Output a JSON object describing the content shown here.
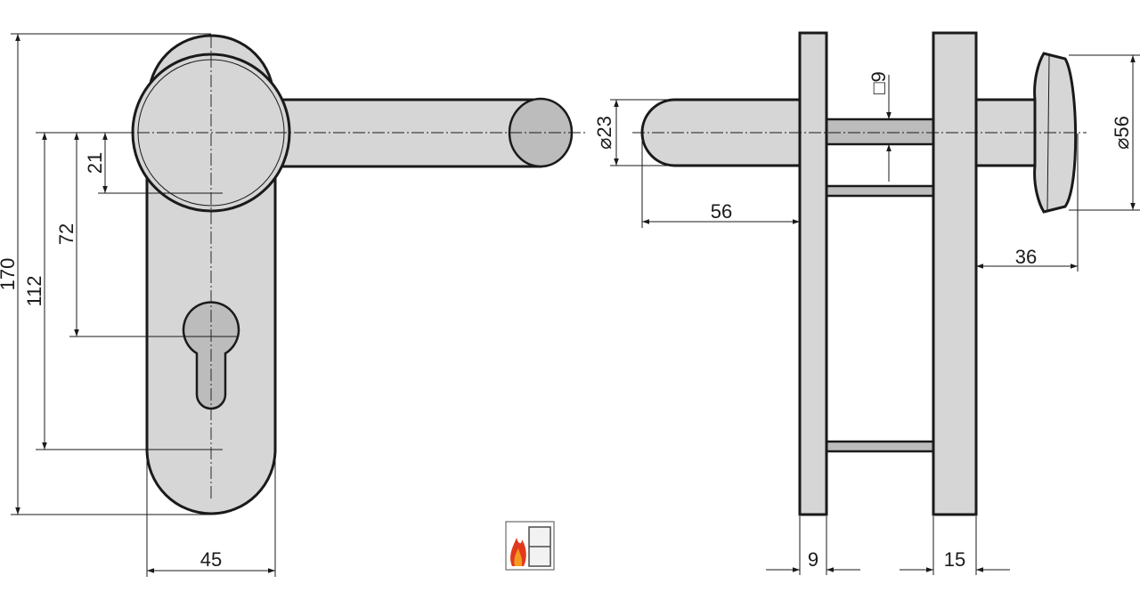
{
  "dimensions": {
    "overall_height": "170",
    "to_keyhole": "112",
    "handle_to_key": "72",
    "handle_offset": "21",
    "plate_width": "45",
    "lever_diameter": "⌀23",
    "lever_projection": "56",
    "spindle_square": "□9",
    "knob_diameter": "⌀56",
    "knob_projection": "36",
    "inner_plate_thickness": "9",
    "outer_plate_thickness": "15"
  },
  "symbols": {
    "fire_rating": "fire-door-icon"
  },
  "colors": {
    "part_fill": "#d6d6d6",
    "part_dark": "#bcbcbc",
    "outline": "#1a1a1a",
    "flame": "#e03a1e"
  }
}
